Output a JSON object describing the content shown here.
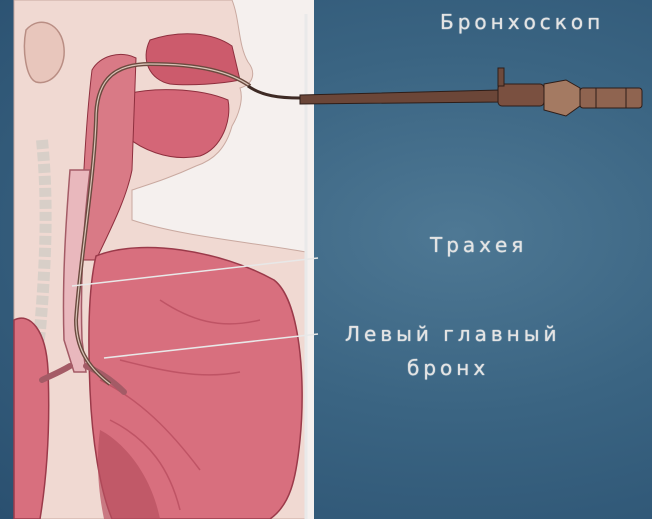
{
  "labels": {
    "bronchoscope": "Бронхоскоп",
    "trachea": "Трахея",
    "left_main_bronchus_line1": "Левый главный",
    "left_main_bronchus_line2": "бронх"
  },
  "colors": {
    "background": "#3a6482",
    "skin": "#f1ddd6",
    "lung": "#d86f7e",
    "tissue": "#c8566a",
    "instrument": "#5a3a30"
  }
}
